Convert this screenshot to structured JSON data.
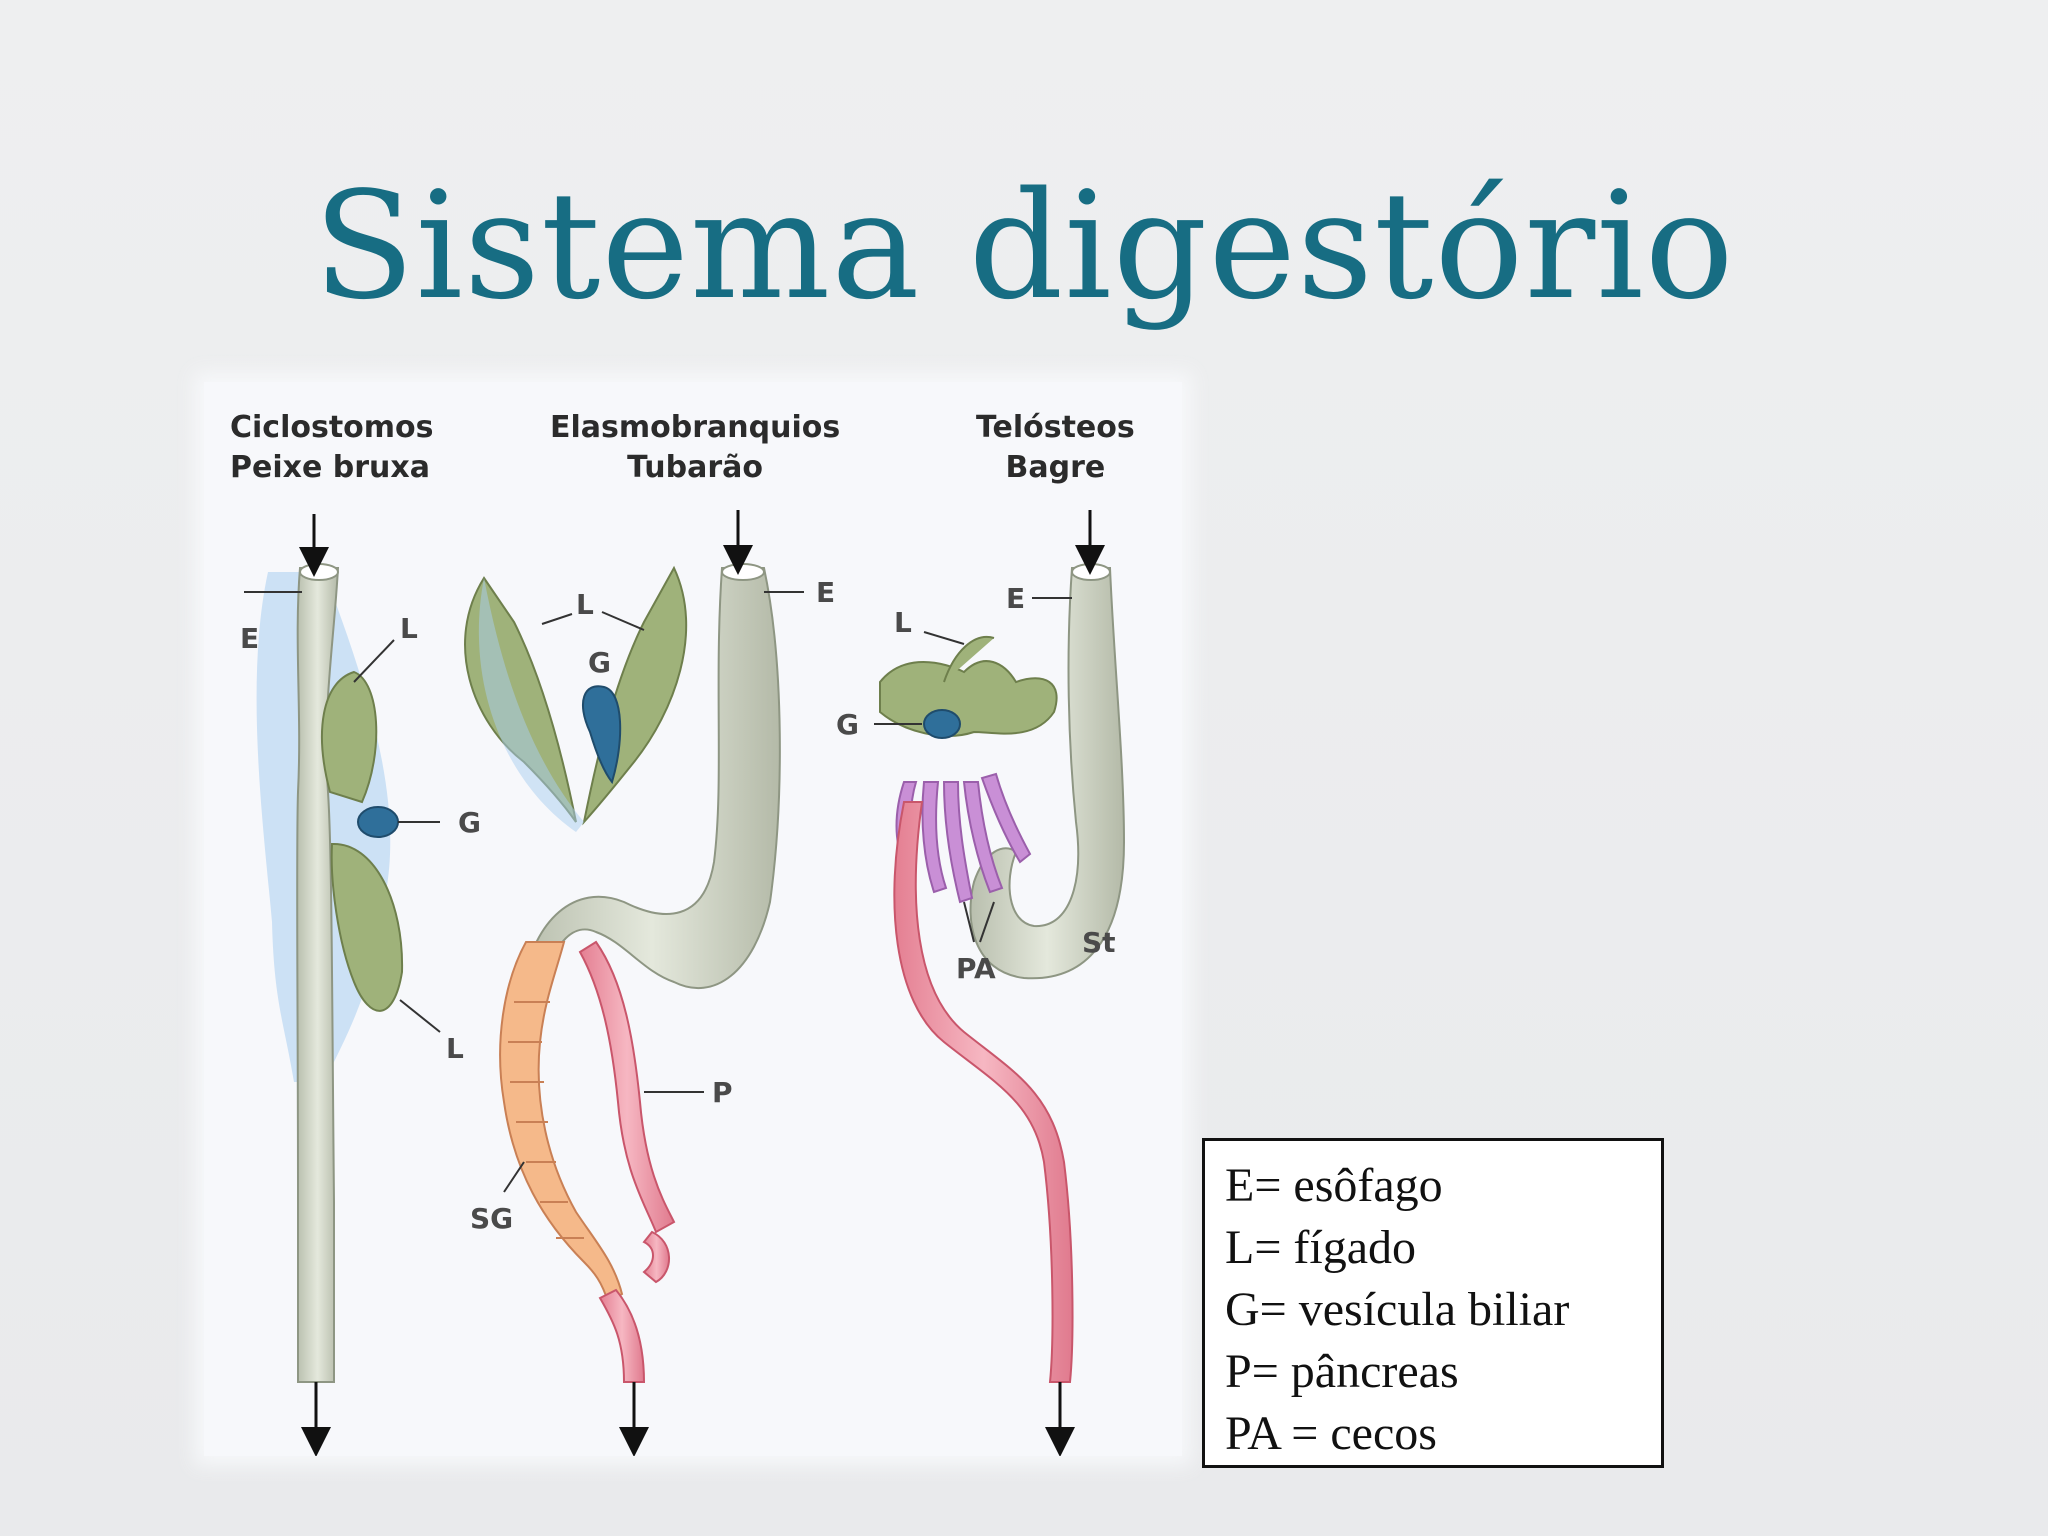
{
  "slide": {
    "title": "Sistema digestório"
  },
  "figure": {
    "columns": [
      {
        "group": "Ciclostomos",
        "species": "Peixe bruxa"
      },
      {
        "group": "Elasmobranquios",
        "species": "Tubarão"
      },
      {
        "group": "Telósteos",
        "species": "Bagre"
      }
    ],
    "labels": {
      "E": "E",
      "L": "L",
      "G": "G",
      "P": "P",
      "SG": "SG",
      "PA": "PA",
      "St": "St"
    },
    "colors": {
      "gut": "#c9cfbe",
      "gut_outline": "#8e9683",
      "liver": "#9fb27a",
      "gallbladder": "#2f6f9a",
      "halo": "#a9cdf0",
      "intestine_pink": "#ef9aa8",
      "spiral_valve": "#f5b98a",
      "ceca": "#c98fd6"
    }
  },
  "legend": {
    "lines": [
      "E= esôfago",
      "L= fígado",
      "G= vesícula biliar",
      "P= pâncreas",
      "PA = cecos"
    ]
  }
}
